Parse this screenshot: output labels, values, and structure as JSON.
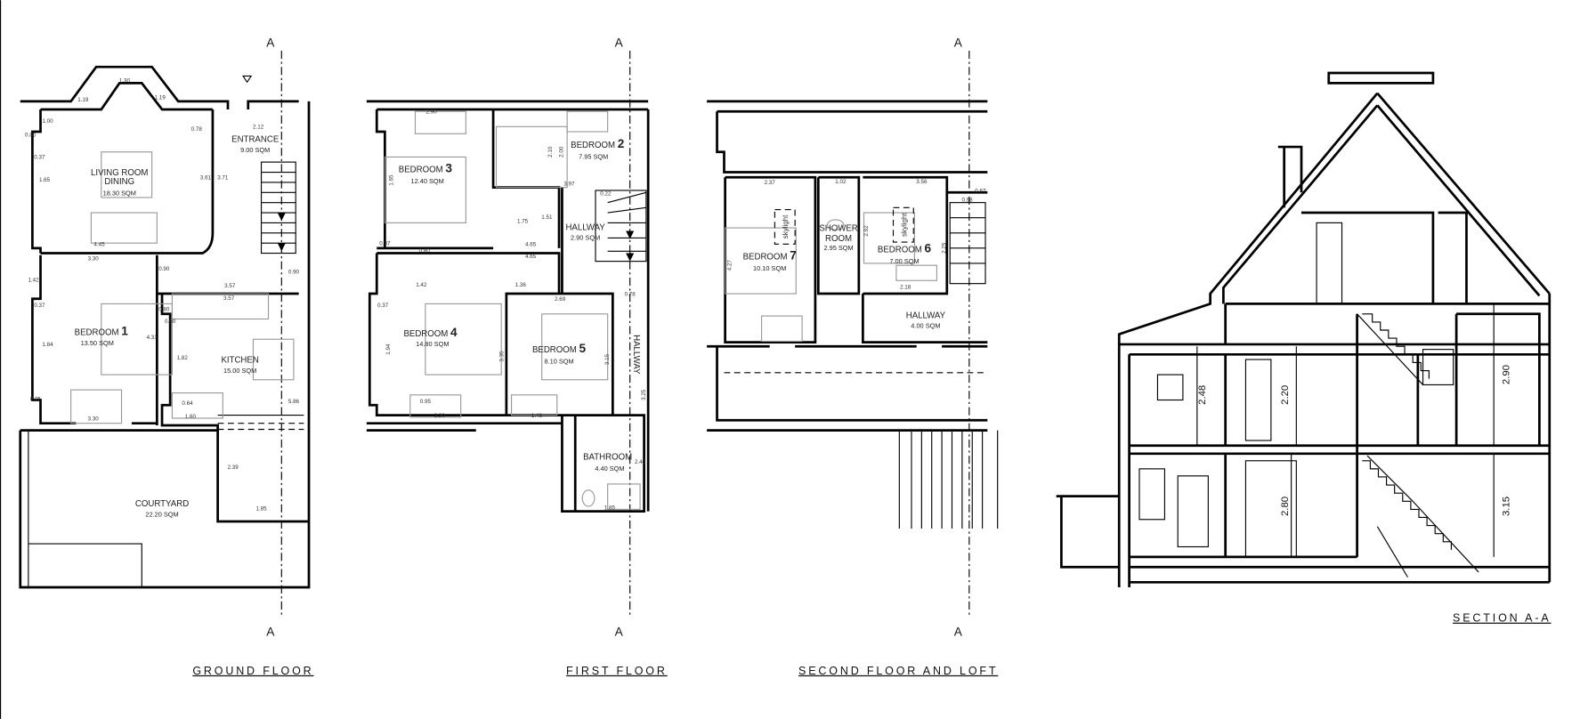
{
  "section_marker": "A",
  "titles": {
    "ground": "GROUND FLOOR",
    "first": "FIRST FLOOR",
    "second": "SECOND FLOOR AND LOFT",
    "section": "SECTION A-A"
  },
  "ground_floor": {
    "living": {
      "name": "LIVING ROOM",
      "name2": "DINING",
      "area": "18.30 SQM"
    },
    "entrance": {
      "name": "ENTRANCE",
      "area": "9.00 SQM"
    },
    "bedroom1": {
      "name": "BEDROOM",
      "num": "1",
      "area": "13.50 SQM"
    },
    "kitchen": {
      "name": "KITCHEN",
      "area": "15.00 SQM"
    },
    "courtyard": {
      "name": "COURTYARD",
      "area": "22.20 SQM"
    },
    "dims": [
      "1.30",
      "1.19",
      "1.19",
      "1.00",
      "0.78",
      "2.12",
      "0.86",
      "0.37",
      "1.65",
      "3.61",
      "3.71",
      "4.45",
      "3.30",
      "0.90",
      "3.57",
      "3.57",
      "1.42",
      "0.37",
      "0.80",
      "0.50",
      "4.31",
      "1.84",
      "1.82",
      "0.95",
      "0.64",
      "3.30",
      "1.60",
      "2.39",
      "1.85",
      "5.86",
      "0.90"
    ]
  },
  "first_floor": {
    "bedroom3": {
      "name": "BEDROOM",
      "num": "3",
      "area": "12.40 SQM"
    },
    "bedroom2": {
      "name": "BEDROOM",
      "num": "2",
      "area": "7.95 SQM"
    },
    "hallway": {
      "name": "HALLWAY",
      "area": "2.90 SQM"
    },
    "bedroom4": {
      "name": "BEDROOM",
      "num": "4",
      "area": "14.80 SQM"
    },
    "bedroom5": {
      "name": "BEDROOM",
      "num": "5",
      "area": "8.10 SQM"
    },
    "hallway_vertical": "HALLWAY",
    "bathroom": {
      "name": "BATHROOM",
      "area": "4.40 SQM"
    },
    "dims": [
      "2.90",
      "2.10",
      "2.00",
      "1.65",
      "0.37",
      "0.80",
      "4.65",
      "1.75",
      "3.97",
      "1.51",
      "4.65",
      "1.42",
      "1.36",
      "0.37",
      "2.69",
      "1.94",
      "3.35",
      "0.95",
      "3.30",
      "1.48",
      "3.15",
      "0.78",
      "3.25",
      "2.40",
      "1.85",
      "0.22"
    ]
  },
  "second_floor": {
    "bedroom7": {
      "name": "BEDROOM",
      "num": "7",
      "area": "10.10 SQM"
    },
    "shower": {
      "name": "SHOWER",
      "name2": "ROOM",
      "area": "2.95 SQM"
    },
    "bedroom6": {
      "name": "BEDROOM",
      "num": "6",
      "area": "7.00 SQM"
    },
    "hallway": {
      "name": "HALLWAY",
      "area": "4.00 SQM"
    },
    "skylight": "skylight",
    "dims": [
      "2.37",
      "1.02",
      "3.56",
      "0.67",
      "0.98",
      "4.27",
      "2.92",
      "2.25",
      "2.18"
    ]
  },
  "section": {
    "dims": [
      "2.48",
      "2.20",
      "2.90",
      "2.80",
      "3.15"
    ]
  }
}
